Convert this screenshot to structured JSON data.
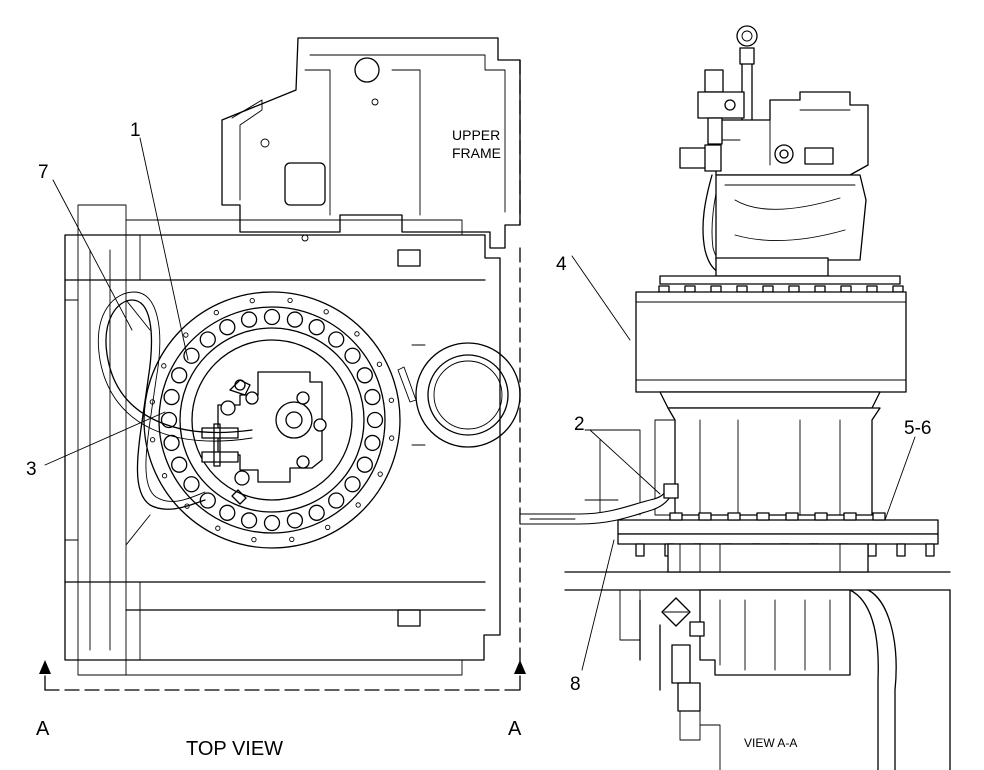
{
  "views": {
    "top_view_title": "TOP VIEW",
    "section_title": "VIEW A-A",
    "section_marker_left": "A",
    "section_marker_right": "A"
  },
  "annotations": {
    "upper_frame_line1": "UPPER",
    "upper_frame_line2": "FRAME"
  },
  "callouts": {
    "c1": "1",
    "c2": "2",
    "c3": "3",
    "c4": "4",
    "c56": "5-6",
    "c7": "7",
    "c8": "8"
  }
}
